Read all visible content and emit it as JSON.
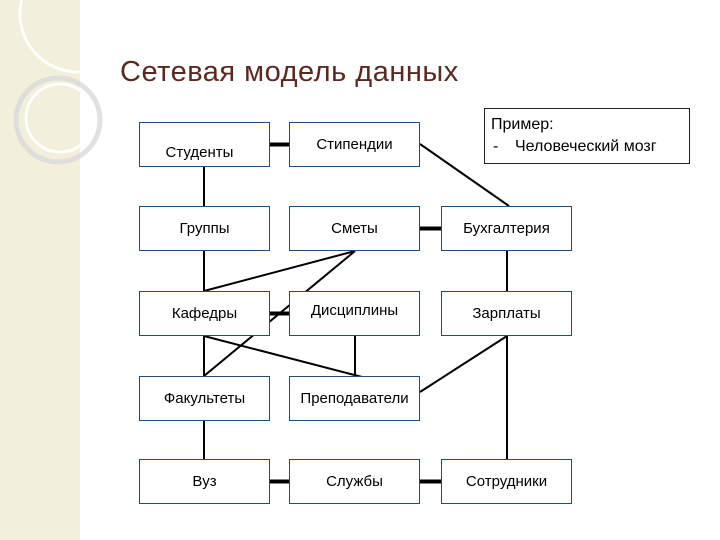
{
  "title": "Сетевая модель данных",
  "example": {
    "heading": "Пример:",
    "items": [
      {
        "marker": "-",
        "text": "Человеческий мозг"
      }
    ]
  },
  "nodes": {
    "studenty": "Студенты",
    "stipendii": "Стипендии",
    "gruppy": "Группы",
    "smety": "Сметы",
    "buhgalteriya": "Бухгалтерия",
    "kafedry": "Кафедры",
    "discipliny": "Дисциплины",
    "zarplaty": "Зарплаты",
    "fakultety": "Факультеты",
    "prepodavateli": "Преподаватели",
    "vuz": "Вуз",
    "sluzhby": "Службы",
    "sotrudniki": "Сотрудники"
  },
  "links": [
    [
      "studenty",
      "stipendii"
    ],
    [
      "studenty",
      "gruppy"
    ],
    [
      "stipendii",
      "buhgalteriya"
    ],
    [
      "smety",
      "buhgalteriya"
    ],
    [
      "gruppy",
      "kafedry"
    ],
    [
      "smety",
      "kafedry"
    ],
    [
      "smety",
      "fakultety"
    ],
    [
      "kafedry",
      "discipliny"
    ],
    [
      "buhgalteriya",
      "zarplaty"
    ],
    [
      "kafedry",
      "fakultety"
    ],
    [
      "kafedry",
      "prepodavateli"
    ],
    [
      "discipliny",
      "prepodavateli"
    ],
    [
      "zarplaty",
      "prepodavateli"
    ],
    [
      "zarplaty",
      "sotrudniki"
    ],
    [
      "fakultety",
      "vuz"
    ],
    [
      "vuz",
      "sluzhby"
    ],
    [
      "sluzhby",
      "sotrudniki"
    ]
  ],
  "colors": {
    "box_border": "#1f4e79",
    "line": "#000000",
    "title": "#5a2a22",
    "band": "#f2efdc"
  }
}
